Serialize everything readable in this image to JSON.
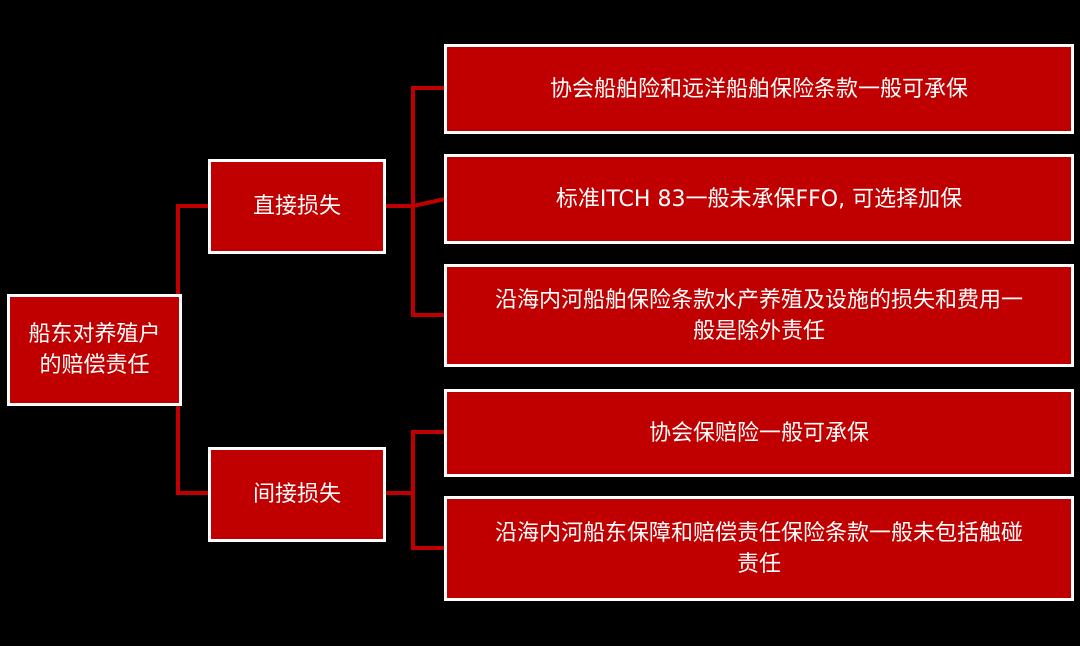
{
  "colors": {
    "background": "#000000",
    "box_fill": "#c00000",
    "box_border": "#ffffff",
    "connector": "#c00000",
    "text": "#ffffff"
  },
  "root": {
    "line1": "船东对养殖户",
    "line2": "的赔偿责任"
  },
  "branches": [
    {
      "label": "直接损失",
      "leaves": [
        {
          "text": "协会船舶险和远洋船舶保险条款一般可承保"
        },
        {
          "text": "标准ITCH 83一般未承保FFO, 可选择加保"
        },
        {
          "line1": "沿海内河船舶保险条款水产养殖及设施的损失和费用一",
          "line2": "般是除外责任"
        }
      ]
    },
    {
      "label": "间接损失",
      "leaves": [
        {
          "text": "协会保赔险一般可承保"
        },
        {
          "line1": "沿海内河船东保障和赔偿责任保险条款一般未包括触碰",
          "line2": "责任"
        }
      ]
    }
  ]
}
